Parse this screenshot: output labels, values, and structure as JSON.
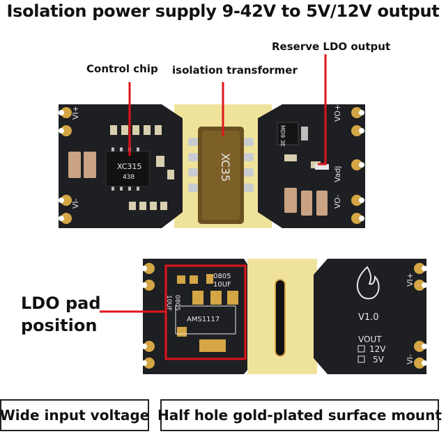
{
  "title": "Isolation power supply 9-42V to 5V/12V output",
  "callouts": {
    "reserve_ldo": "Reserve LDO output",
    "control_chip": "Control chip",
    "transformer": "isolation transformer",
    "ldo_pad_line1": "LDO pad",
    "ldo_pad_line2": "position"
  },
  "board_top": {
    "vi_plus": "VI+",
    "vi_minus": "VI-",
    "vo_plus": "VO+",
    "vo_minus": "VO-",
    "vadj": "Vadj",
    "chip_marking_1": "XC315",
    "chip_marking_2": "438",
    "transformer_marking": "XC35",
    "reg_marking": "MD9 3E"
  },
  "board_bottom": {
    "vi_plus": "VI+",
    "vi_minus": "VI-",
    "version": "V1.0",
    "vout": "VOUT",
    "opt_12v": "12V",
    "opt_5v": "5V",
    "ldo_part": "AMS1117",
    "cap_size": "0805",
    "cap_value": "10UF",
    "left_size": "0805",
    "left_value": "10UF"
  },
  "features": {
    "left": "Wide input voltage",
    "right": "Half hole gold-plated surface mount"
  },
  "colors": {
    "pcb": "#1e1f22",
    "gold": "#d4a645",
    "board_core": "#efe39b",
    "transformer": "#6b5020",
    "callout": "#e0141b"
  }
}
